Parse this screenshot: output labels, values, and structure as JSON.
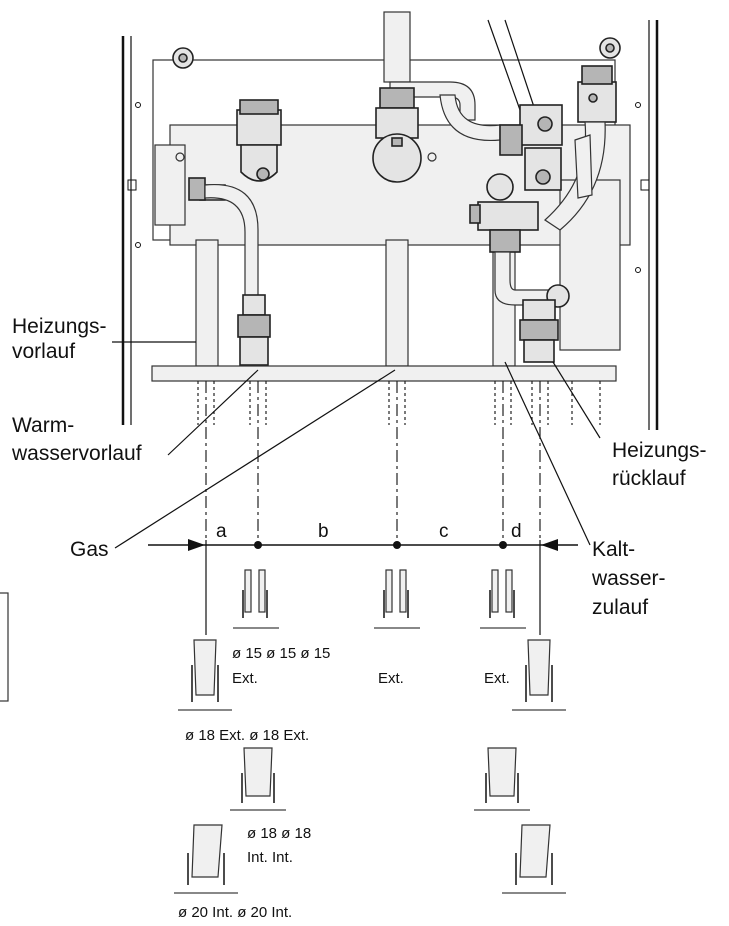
{
  "labels": {
    "heizungsvorlauf_1": "Heizungs-",
    "heizungsvorlauf_2": "vorlauf",
    "warmwasser_1": "Warm-",
    "warmwasser_2": "wasservorlauf",
    "gas": "Gas",
    "heizungsruecklauf_1": "Heizungs-",
    "heizungsruecklauf_2": "rücklauf",
    "kaltwasser_1": "Kalt-",
    "kaltwasser_2": "wasser-",
    "kaltwasser_3": "zulauf"
  },
  "dimensions": [
    "a",
    "b",
    "c",
    "d"
  ],
  "fittings": {
    "d15_line1": "ø 15 ø 15 ø 15",
    "ext": "Ext.",
    "ext_c": "Ext.",
    "ext_d": "Ext.",
    "d18_ext": "ø 18 Ext. ø 18 Ext.",
    "d18_int_line1": "ø 18  ø 18",
    "d18_int_line2": "Int. Int.",
    "d20_int": "ø 20 Int. ø 20 Int."
  }
}
